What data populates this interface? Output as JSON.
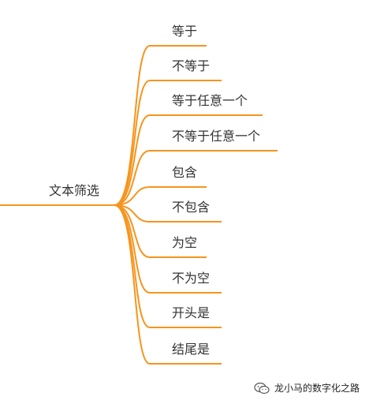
{
  "diagram": {
    "root": {
      "label": "文本筛选"
    },
    "branches": [
      {
        "label": "等于"
      },
      {
        "label": "不等于"
      },
      {
        "label": "等于任意一个"
      },
      {
        "label": "不等于任意一个"
      },
      {
        "label": "包含"
      },
      {
        "label": "不包含"
      },
      {
        "label": "为空"
      },
      {
        "label": "不为空"
      },
      {
        "label": "开头是"
      },
      {
        "label": "结尾是"
      }
    ],
    "line_color": "#F7941D"
  },
  "watermark": {
    "text": "龙小马的数字化之路",
    "icon": "wechat-icon"
  }
}
